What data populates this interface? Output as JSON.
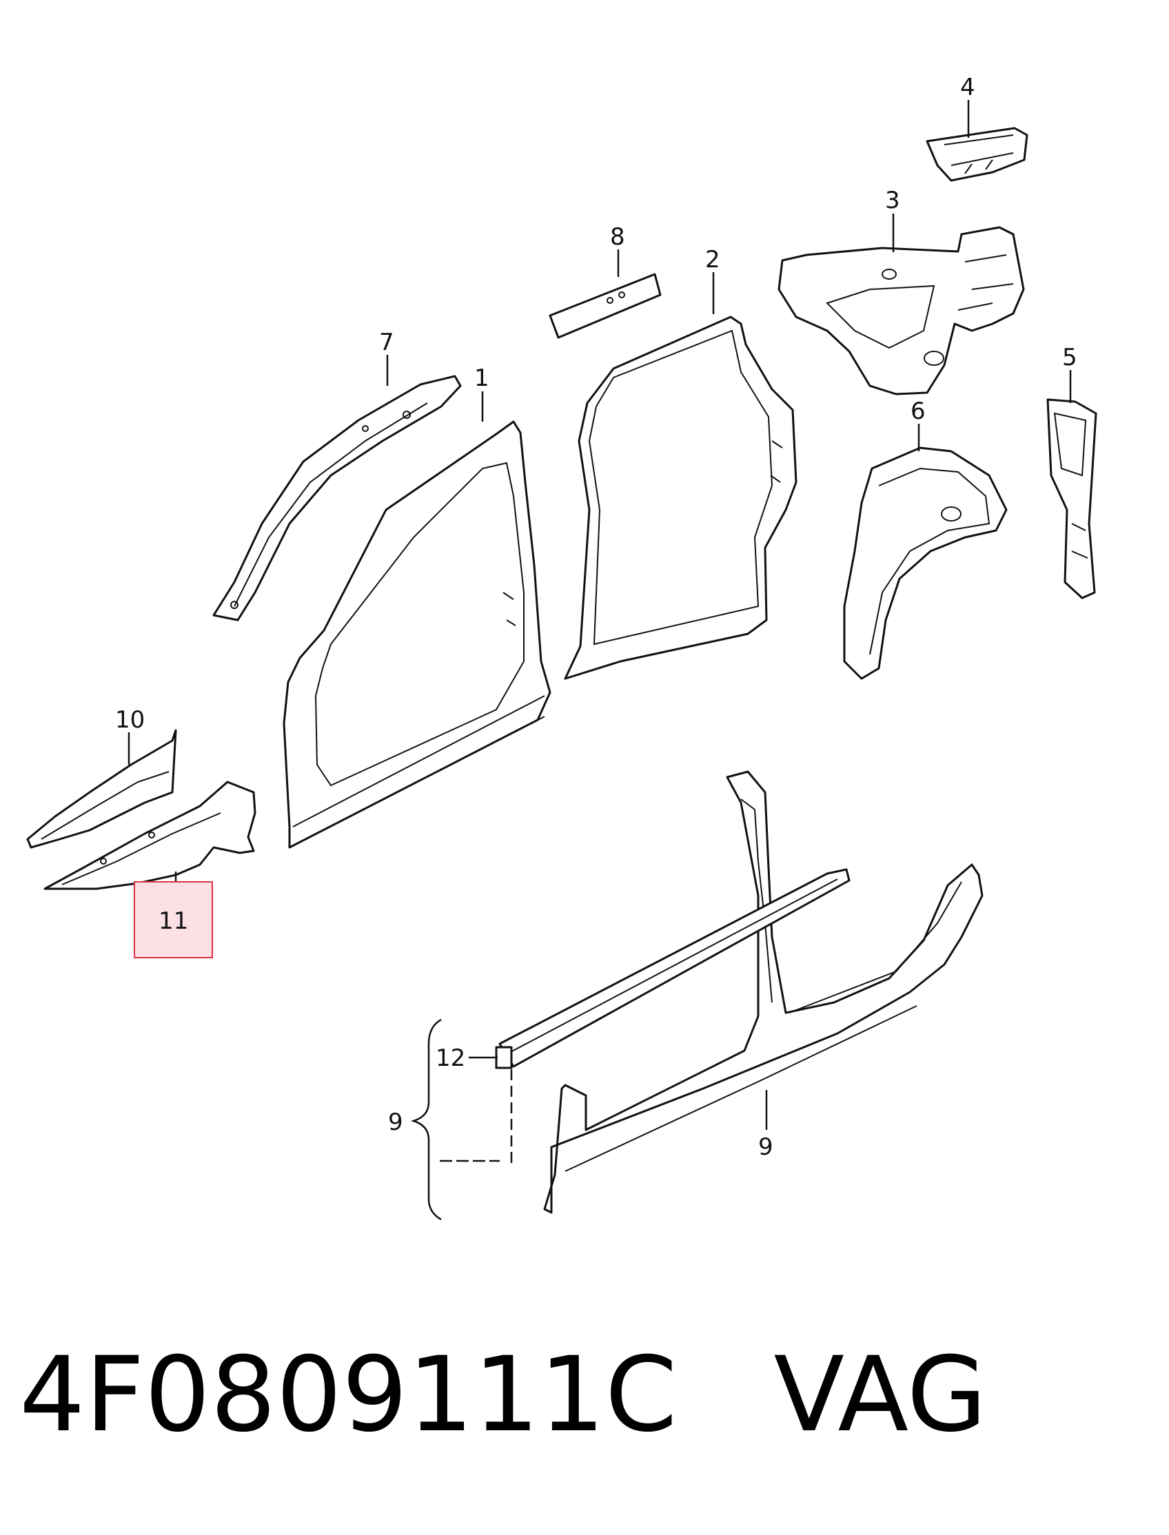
{
  "callouts": {
    "c1": "1",
    "c2": "2",
    "c3": "3",
    "c4": "4",
    "c5": "5",
    "c6": "6",
    "c7": "7",
    "c8": "8",
    "c9a": "9",
    "c9b": "9",
    "c10": "10",
    "c11": "11",
    "c12": "12"
  },
  "highlight": {
    "color": "#e03040",
    "fill": "#fde0e6",
    "callout": "11"
  },
  "caption": {
    "part_number": "4F0809111C",
    "vendor": "VAG"
  }
}
